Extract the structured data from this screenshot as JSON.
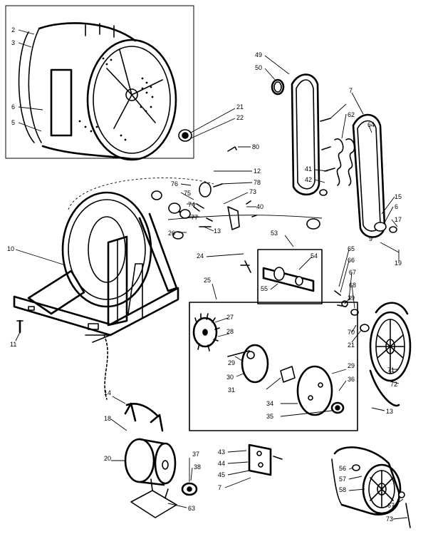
{
  "parts": {
    "drum": [
      "2",
      "3",
      "6",
      "5"
    ],
    "drum_seal": [
      "21",
      "22"
    ],
    "screw": "80",
    "idler": [
      "12",
      "78",
      "76",
      "75",
      "74",
      "77",
      "26",
      "73",
      "13",
      "40"
    ],
    "cabinet": [
      "10",
      "11",
      "24",
      "25"
    ],
    "belt_assy": [
      "49",
      "50",
      "7",
      "62",
      "64",
      "41",
      "42",
      "15",
      "6",
      "17",
      "9",
      "19"
    ],
    "blower_box": [
      "53",
      "54",
      "55"
    ],
    "pulley_side": [
      "65",
      "66",
      "67",
      "68",
      "39",
      "70",
      "21",
      "71",
      "72",
      "13"
    ],
    "blower_box_lower": [
      "27",
      "28",
      "29",
      "30",
      "31",
      "29",
      "36",
      "34",
      "35"
    ],
    "motor": [
      "14",
      "18",
      "20",
      "37",
      "38",
      "63"
    ],
    "switch": [
      "43",
      "44",
      "45",
      "7"
    ],
    "pulley_lower": [
      "56",
      "57",
      "58",
      "67",
      "73"
    ]
  }
}
